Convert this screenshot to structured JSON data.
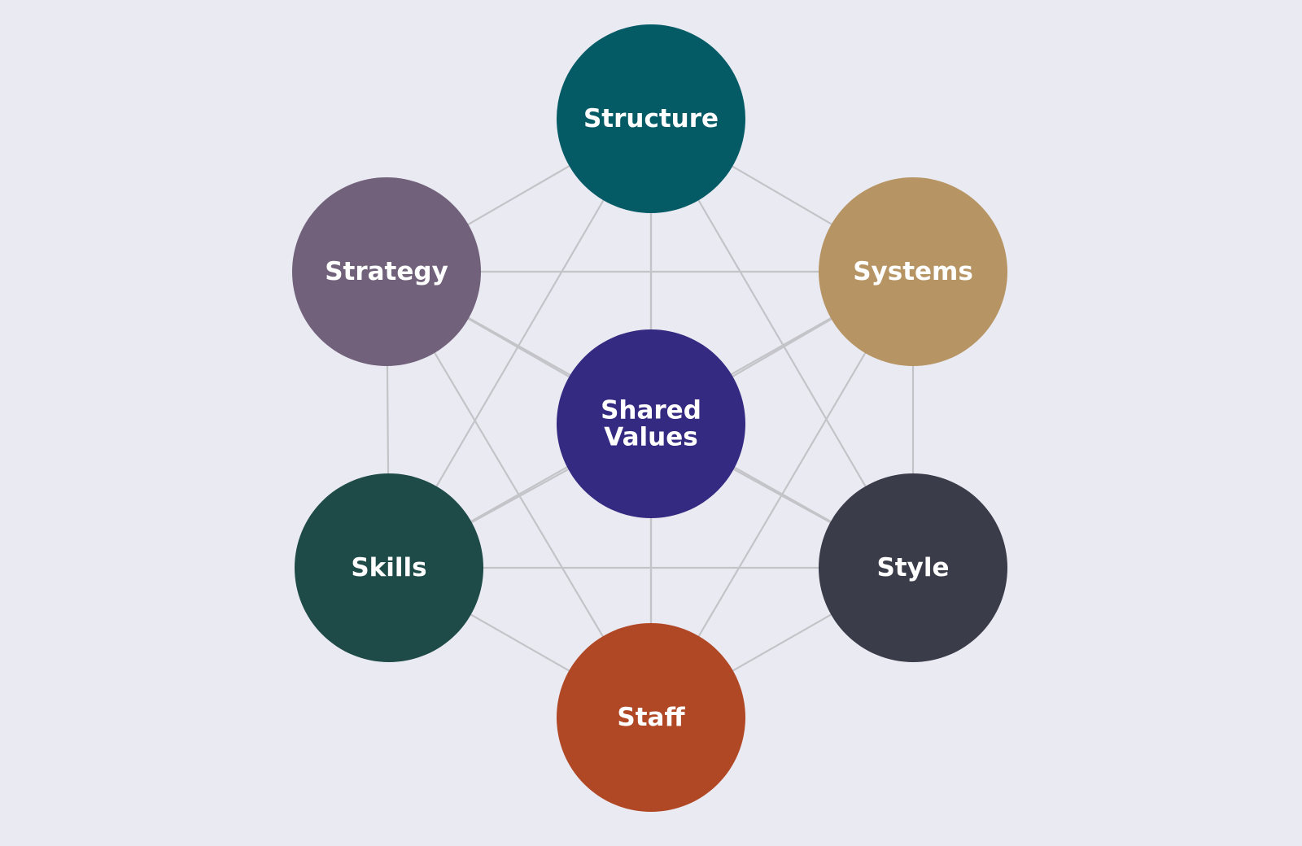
{
  "diagram": {
    "nodes": [
      {
        "id": "structure",
        "lines": [
          "Structure"
        ],
        "color": "#045b66"
      },
      {
        "id": "systems",
        "lines": [
          "Systems"
        ],
        "color": "#b69463"
      },
      {
        "id": "style",
        "lines": [
          "Style"
        ],
        "color": "#3b3c49"
      },
      {
        "id": "staff",
        "lines": [
          "Staff"
        ],
        "color": "#b04826"
      },
      {
        "id": "skills",
        "lines": [
          "Skills"
        ],
        "color": "#1e4a47"
      },
      {
        "id": "strategy",
        "lines": [
          "Strategy"
        ],
        "color": "#71617b"
      },
      {
        "id": "shared-values",
        "lines": [
          "Shared",
          "Values"
        ],
        "color": "#352a82"
      }
    ],
    "edges": [
      [
        "structure",
        "systems"
      ],
      [
        "structure",
        "style"
      ],
      [
        "structure",
        "staff"
      ],
      [
        "structure",
        "skills"
      ],
      [
        "structure",
        "strategy"
      ],
      [
        "systems",
        "style"
      ],
      [
        "systems",
        "staff"
      ],
      [
        "systems",
        "skills"
      ],
      [
        "systems",
        "strategy"
      ],
      [
        "systems",
        "shared-values"
      ],
      [
        "style",
        "staff"
      ],
      [
        "style",
        "skills"
      ],
      [
        "style",
        "strategy"
      ],
      [
        "style",
        "shared-values"
      ],
      [
        "staff",
        "skills"
      ],
      [
        "staff",
        "strategy"
      ],
      [
        "staff",
        "shared-values"
      ],
      [
        "skills",
        "strategy"
      ],
      [
        "skills",
        "shared-values"
      ],
      [
        "strategy",
        "shared-values"
      ],
      [
        "structure",
        "shared-values"
      ]
    ]
  }
}
